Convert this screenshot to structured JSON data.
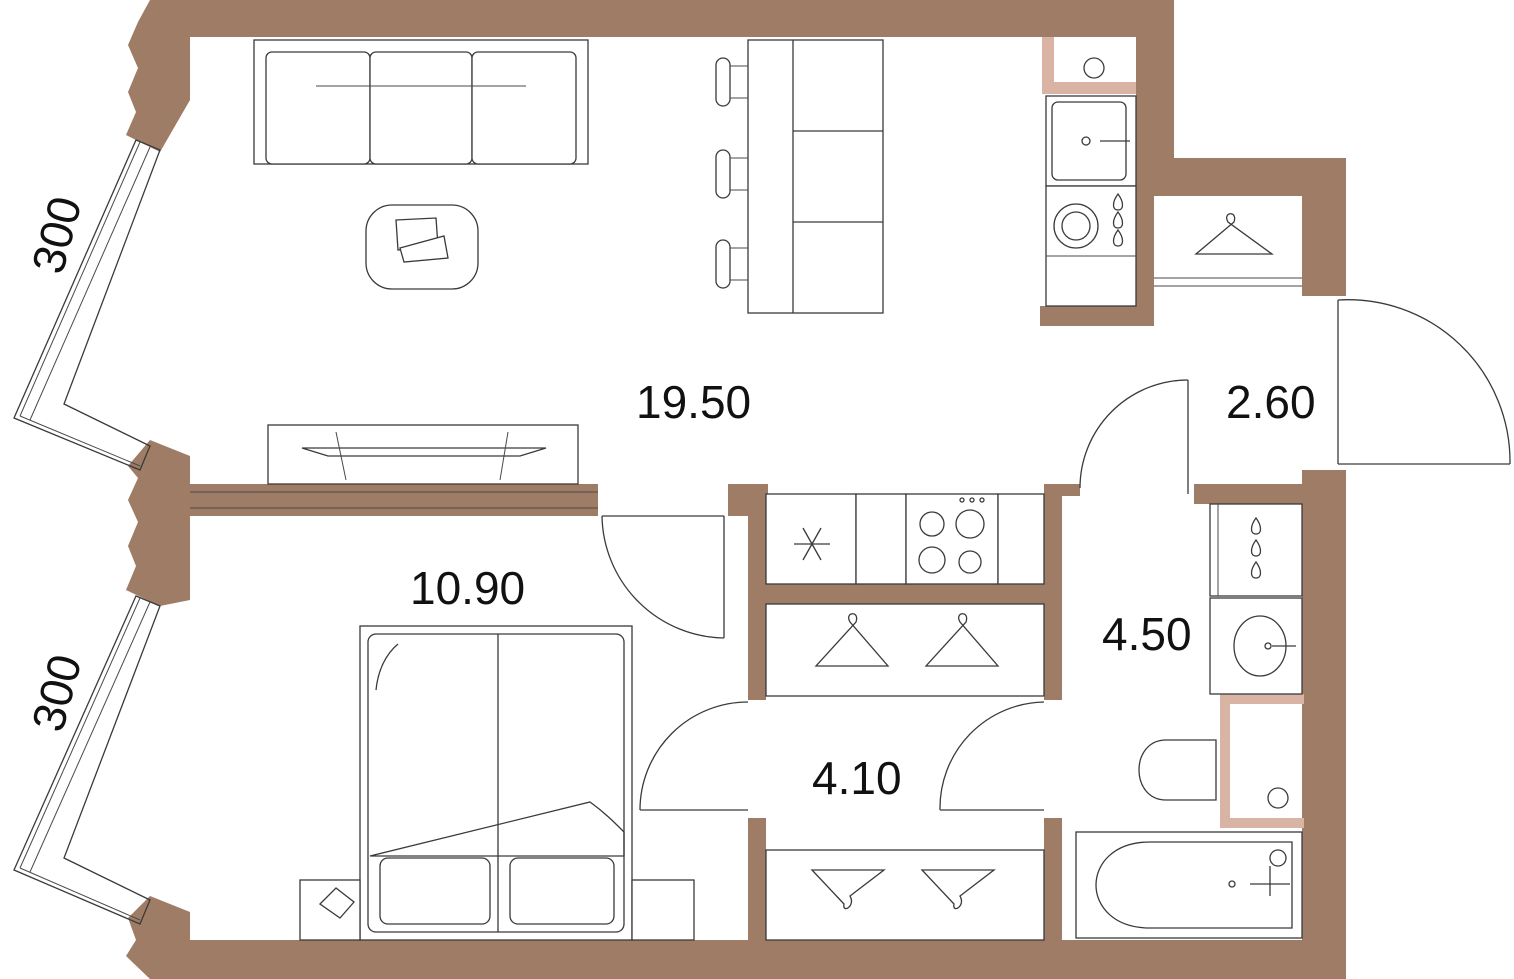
{
  "colors": {
    "wall": "#9e7c66",
    "wall_light": "#d9b3a3",
    "line": "#3a3a3a",
    "background": "#ffffff"
  },
  "rooms": [
    {
      "id": "living-kitchen",
      "area": "19.50"
    },
    {
      "id": "hallway",
      "area": "2.60"
    },
    {
      "id": "bedroom",
      "area": "10.90"
    },
    {
      "id": "bathroom",
      "area": "4.50"
    },
    {
      "id": "wardrobe",
      "area": "4.10"
    }
  ],
  "dimensions": [
    {
      "id": "upper-window",
      "value": "300"
    },
    {
      "id": "lower-window",
      "value": "300"
    }
  ],
  "icons": [
    "sofa-icon",
    "coffee-table-icon",
    "bar-counter-icon",
    "bar-stool-icon",
    "tv-stand-icon",
    "sink-icon",
    "washing-machine-icon",
    "boiler-icon",
    "hanger-icon",
    "fridge-icon",
    "stove-icon",
    "washbasin-icon",
    "toilet-icon",
    "bathtub-icon",
    "shower-icon",
    "bed-icon",
    "nightstand-icon",
    "door-swing-icon",
    "window-icon"
  ]
}
